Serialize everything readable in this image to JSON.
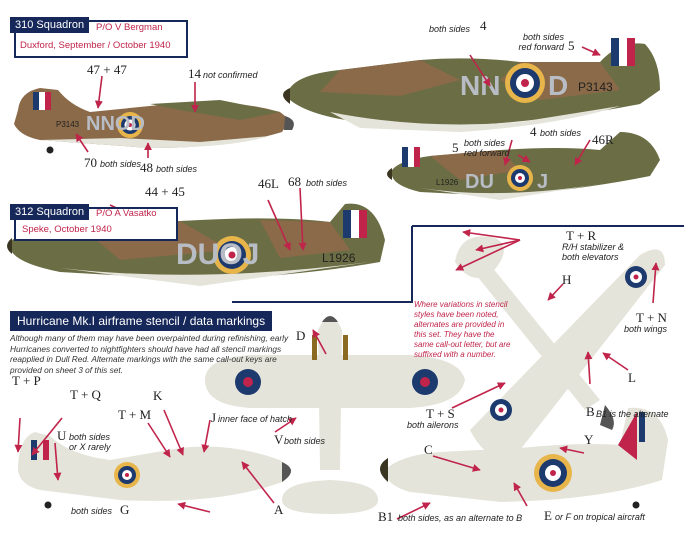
{
  "squadron_310": {
    "title": "310 Squadron",
    "pilot": "P/O V Bergman",
    "location": "Duxford, September / October 1940",
    "codes": "NNOD",
    "serial": "P3143",
    "callouts": [
      {
        "key": "47 + 47",
        "note": ""
      },
      {
        "key": "14",
        "note": "not confirmed"
      },
      {
        "key": "70",
        "note": "both sides"
      },
      {
        "key": "48",
        "note": "both sides"
      }
    ],
    "large_callouts": [
      {
        "key": "4",
        "note": "both sides"
      },
      {
        "key": "5",
        "note": "both sides red forward"
      }
    ]
  },
  "squadron_312": {
    "title": "312 Squadron",
    "pilot": "P/O A Vasatko",
    "location": "Speke, October 1940",
    "codes": "DUOJ",
    "serial": "L1926",
    "callouts": [
      {
        "key": "44 + 45",
        "note": ""
      },
      {
        "key": "46L",
        "note": ""
      },
      {
        "key": "68",
        "note": "both sides"
      }
    ],
    "small_callouts": [
      {
        "key": "5",
        "note": "both sides red forward"
      },
      {
        "key": "4",
        "note": "both sides"
      },
      {
        "key": "46R",
        "note": ""
      }
    ]
  },
  "stencil": {
    "title": "Hurricane Mk.I  airframe stencil / data markings",
    "description": "Although many of them may have been overpainted during refinishing, early Hurricanes converted to nightfighters should have had all stencil markings reapplied in Dull Red. Alternate markings with the same call-out keys are provided on sheet 3 of this set.",
    "variation_note": "Where variations in stencil styles have been noted, alternates are provided in this set. They have the same call-out letter, but are suffixed with a number.",
    "callouts": {
      "TR": {
        "key": "T + R",
        "note": "R/H stabilizer & both elevators"
      },
      "H": {
        "key": "H",
        "note": ""
      },
      "TN": {
        "key": "T + N",
        "note": "both wings"
      },
      "L": {
        "key": "L",
        "note": ""
      },
      "B": {
        "key": "B",
        "note": "B1 is the alternate"
      },
      "TS": {
        "key": "T + S",
        "note": "both ailerons"
      },
      "D": {
        "key": "D",
        "note": ""
      },
      "V": {
        "key": "V",
        "note": "both sides"
      },
      "TP": {
        "key": "T + P",
        "note": ""
      },
      "TQ": {
        "key": "T + Q",
        "note": ""
      },
      "K": {
        "key": "K",
        "note": ""
      },
      "TM": {
        "key": "T + M",
        "note": ""
      },
      "J": {
        "key": "J",
        "note": "inner face of hatch"
      },
      "U": {
        "key": "U",
        "note": "both sides or X rarely"
      },
      "G": {
        "key": "G",
        "note": "both sides"
      },
      "A": {
        "key": "A",
        "note": ""
      },
      "C": {
        "key": "C",
        "note": ""
      },
      "Y": {
        "key": "Y",
        "note": ""
      },
      "B1": {
        "key": "B1",
        "note": "both sides, as an alternate to B"
      },
      "E": {
        "key": "E",
        "note": "or F on tropical aircraft"
      }
    }
  },
  "colors": {
    "navy": "#16285a",
    "callout_red": "#c0244a",
    "camo_green": "#6b6e45",
    "camo_brown": "#8a6a48",
    "underside": "#e4e4da",
    "roundel_blue": "#1d3a6e",
    "roundel_yellow": "#e8b54a"
  }
}
